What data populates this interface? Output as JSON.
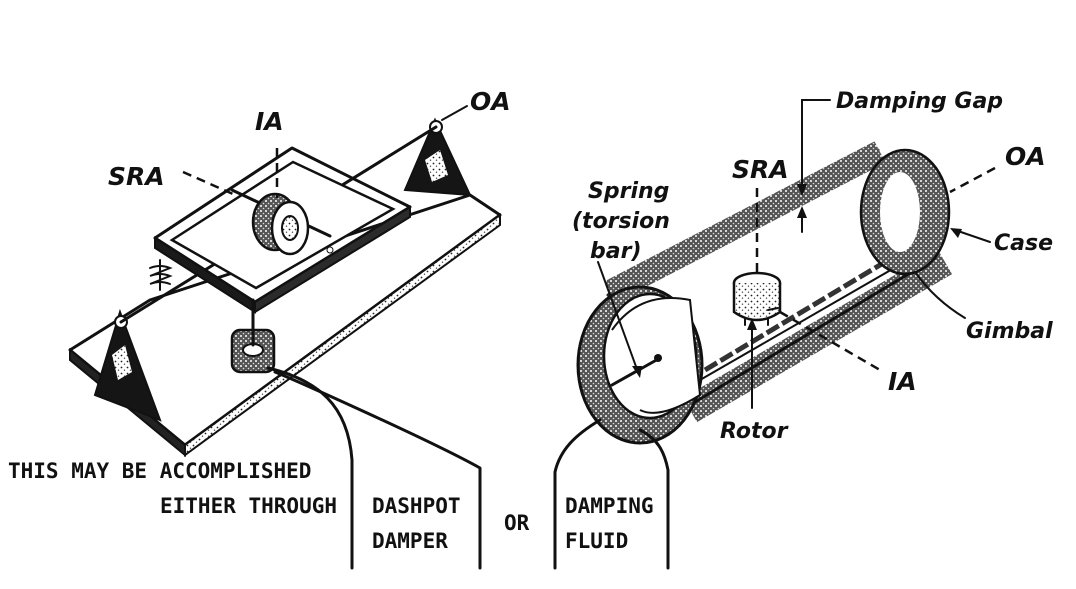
{
  "left_diagram": {
    "labels": {
      "ia": "IA",
      "oa": "OA",
      "sra": "SRA"
    }
  },
  "right_diagram": {
    "labels": {
      "damping_gap": "Damping Gap",
      "sra": "SRA",
      "oa": "OA",
      "spring_line1": "Spring",
      "spring_line2": "(torsion",
      "spring_line3": "bar)",
      "case": "Case",
      "gimbal": "Gimbal",
      "ia": "IA",
      "rotor": "Rotor"
    }
  },
  "caption": {
    "line1": "THIS MAY BE ACCOMPLISHED",
    "line2": "EITHER THROUGH",
    "or": "OR",
    "box1_line1": "DASHPOT",
    "box1_line2": "DAMPER",
    "box2_line1": "DAMPING",
    "box2_line2": "FLUID"
  }
}
